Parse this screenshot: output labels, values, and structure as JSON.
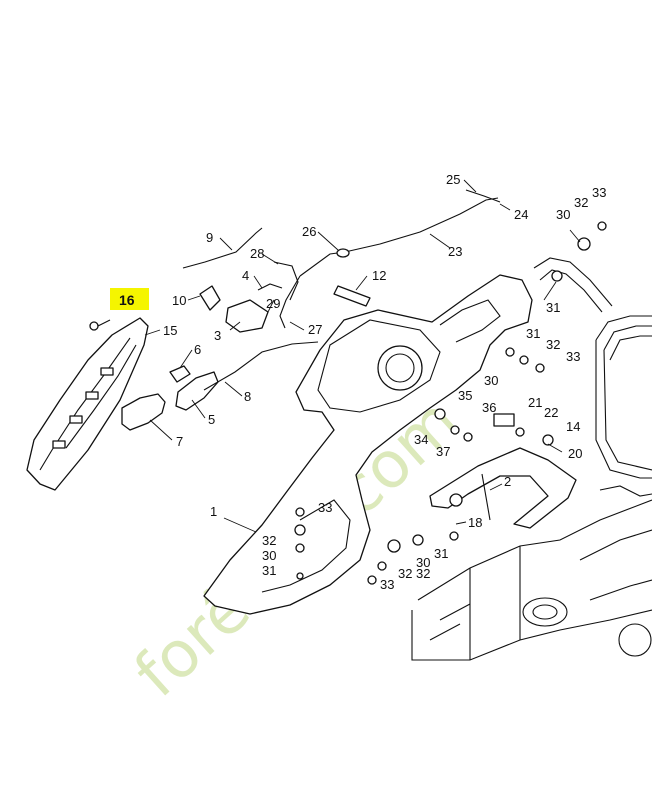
{
  "diagram": {
    "highlight_color": "#f5f500",
    "watermark_color": "#d6e6b0",
    "watermark_text": "forêt-lin.com",
    "callouts": [
      "16",
      "15",
      "6",
      "7",
      "5",
      "8",
      "9",
      "28",
      "4",
      "10",
      "29",
      "3",
      "27",
      "26",
      "25",
      "24",
      "23",
      "12",
      "1",
      "2",
      "33",
      "32",
      "30",
      "31",
      "35",
      "36",
      "21",
      "22",
      "14",
      "34",
      "37",
      "20",
      "18",
      "31",
      "32",
      "33",
      "30",
      "31",
      "32",
      "33",
      "32",
      "30",
      "31",
      "33",
      "32",
      "30"
    ]
  }
}
